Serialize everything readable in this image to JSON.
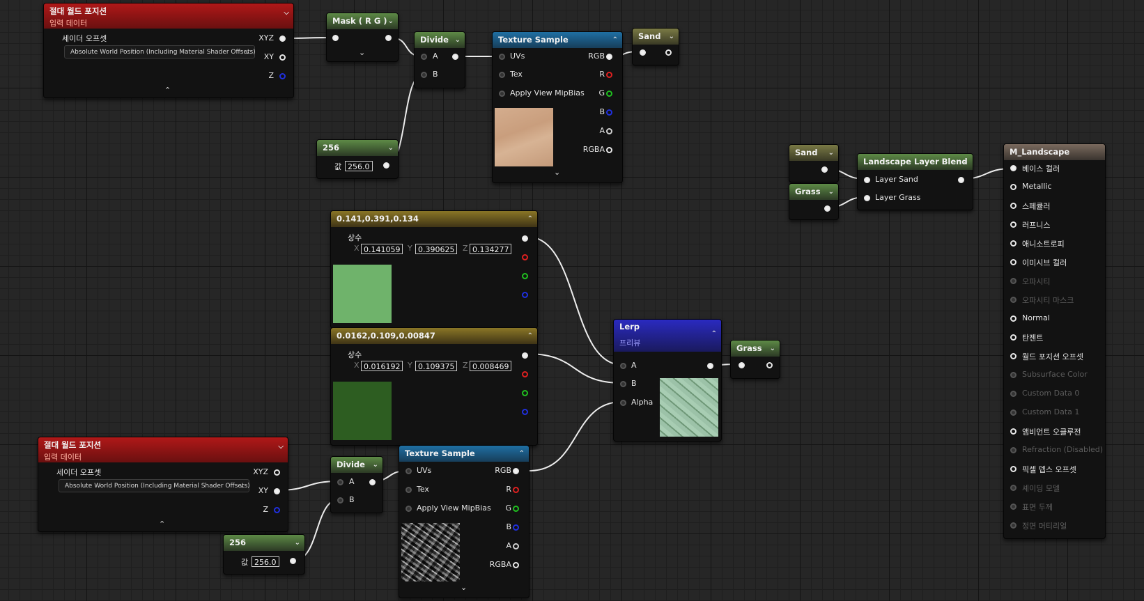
{
  "wp1": {
    "title": "절대 월드 포지션",
    "subtitle": "입력 데이터",
    "prop_label": "세이더 오프셋",
    "dropdown": "Absolute World Position (Including Material Shader Offsets)",
    "outputs": [
      "XYZ",
      "XY",
      "Z"
    ]
  },
  "mask": {
    "title": "Mask ( R G )"
  },
  "divide1": {
    "title": "Divide",
    "inputs": [
      "A",
      "B"
    ]
  },
  "const256a": {
    "title": "256",
    "value_label": "값",
    "value": "256.0"
  },
  "tex1": {
    "title": "Texture Sample",
    "inputs": [
      "UVs",
      "Tex",
      "Apply View MipBias"
    ],
    "outputs": [
      "RGB",
      "R",
      "G",
      "B",
      "A",
      "RGBA"
    ]
  },
  "sand_reroute": {
    "title": "Sand"
  },
  "c1": {
    "title": "0.141,0.391,0.134",
    "label": "상수",
    "x": "0.141059",
    "y": "0.390625",
    "z": "0.134277",
    "color": "#6fb36b"
  },
  "c2": {
    "title": "0.0162,0.109,0.00847",
    "label": "상수",
    "x": "0.016192",
    "y": "0.109375",
    "z": "0.008469",
    "color": "#2d5d21"
  },
  "axes": [
    "X",
    "Y",
    "Z"
  ],
  "lerp": {
    "title": "Lerp",
    "subtitle": "프리뷰",
    "inputs": [
      "A",
      "B",
      "Alpha"
    ]
  },
  "grass_reroute": {
    "title": "Grass"
  },
  "wp2": {
    "title": "절대 월드 포지션",
    "subtitle": "입력 데이터",
    "prop_label": "세이더 오프셋",
    "dropdown": "Absolute World Position (Including Material Shader Offsets)",
    "outputs": [
      "XYZ",
      "XY",
      "Z"
    ]
  },
  "divide2": {
    "title": "Divide",
    "inputs": [
      "A",
      "B"
    ]
  },
  "const256b": {
    "title": "256",
    "value_label": "값",
    "value": "256.0"
  },
  "tex2": {
    "title": "Texture Sample",
    "inputs": [
      "UVs",
      "Tex",
      "Apply View MipBias"
    ],
    "outputs": [
      "RGB",
      "R",
      "G",
      "B",
      "A",
      "RGBA"
    ]
  },
  "sand_get": {
    "title": "Sand"
  },
  "grass_get": {
    "title": "Grass"
  },
  "llb": {
    "title": "Landscape Layer Blend",
    "inputs": [
      "Layer Sand",
      "Layer Grass"
    ]
  },
  "material": {
    "title": "M_Landscape",
    "inputs": [
      {
        "label": "베이스 컬러",
        "enabled": true
      },
      {
        "label": "Metallic",
        "enabled": true
      },
      {
        "label": "스페큘러",
        "enabled": true
      },
      {
        "label": "러프니스",
        "enabled": true
      },
      {
        "label": "애니소트로피",
        "enabled": true
      },
      {
        "label": "이미시브 컬러",
        "enabled": true
      },
      {
        "label": "오파시티",
        "enabled": false
      },
      {
        "label": "오파시티 마스크",
        "enabled": false
      },
      {
        "label": "Normal",
        "enabled": true
      },
      {
        "label": "탄젠트",
        "enabled": true
      },
      {
        "label": "월드 포지션 오프셋",
        "enabled": true
      },
      {
        "label": "Subsurface Color",
        "enabled": false
      },
      {
        "label": "Custom Data 0",
        "enabled": false
      },
      {
        "label": "Custom Data 1",
        "enabled": false
      },
      {
        "label": "앰비언트 오클루전",
        "enabled": true
      },
      {
        "label": "Refraction (Disabled)",
        "enabled": false
      },
      {
        "label": "픽셀 뎁스 오프셋",
        "enabled": true
      },
      {
        "label": "셰이딩 모델",
        "enabled": false
      },
      {
        "label": "표면 두께",
        "enabled": false
      },
      {
        "label": "정면 머티리얼",
        "enabled": false
      }
    ]
  },
  "icons": {
    "collapse": "chevron-down-icon",
    "expand": "chevron-up-icon"
  }
}
